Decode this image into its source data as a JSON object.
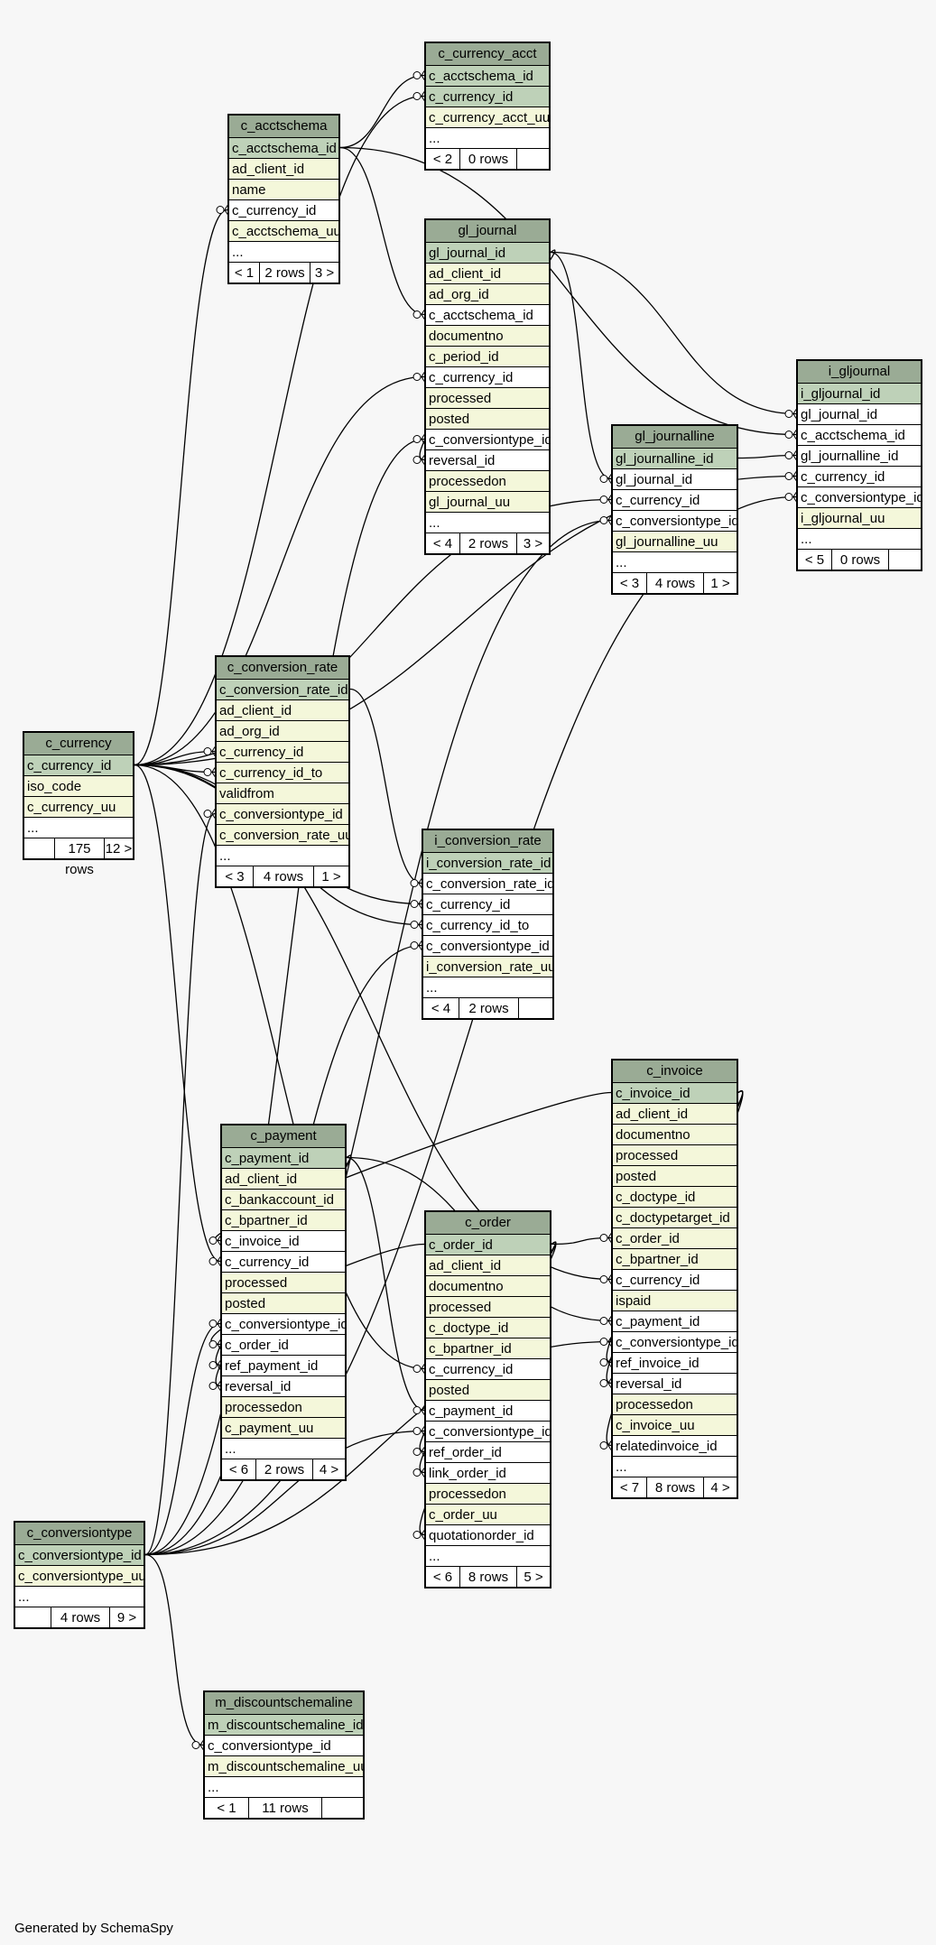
{
  "footer": "Generated by SchemaSpy",
  "tables": [
    {
      "id": "c_currency_acct",
      "name": "c_currency_acct",
      "columns": [
        {
          "name": "c_acctschema_id",
          "kind": "pk"
        },
        {
          "name": "c_currency_id",
          "kind": "pk"
        },
        {
          "name": "c_currency_acct_uu",
          "kind": "idx"
        },
        {
          "name": "...",
          "kind": "more"
        }
      ],
      "footer": [
        "< 2",
        "0 rows",
        ""
      ]
    },
    {
      "id": "c_acctschema",
      "name": "c_acctschema",
      "columns": [
        {
          "name": "c_acctschema_id",
          "kind": "pk"
        },
        {
          "name": "ad_client_id",
          "kind": "idx"
        },
        {
          "name": "name",
          "kind": "idx"
        },
        {
          "name": "c_currency_id",
          "kind": "plain"
        },
        {
          "name": "c_acctschema_uu",
          "kind": "idx"
        },
        {
          "name": "...",
          "kind": "more"
        }
      ],
      "footer": [
        "< 1",
        "2 rows",
        "3 >"
      ]
    },
    {
      "id": "gl_journal",
      "name": "gl_journal",
      "columns": [
        {
          "name": "gl_journal_id",
          "kind": "pk"
        },
        {
          "name": "ad_client_id",
          "kind": "idx"
        },
        {
          "name": "ad_org_id",
          "kind": "idx"
        },
        {
          "name": "c_acctschema_id",
          "kind": "plain"
        },
        {
          "name": "documentno",
          "kind": "idx"
        },
        {
          "name": "c_period_id",
          "kind": "idx"
        },
        {
          "name": "c_currency_id",
          "kind": "plain"
        },
        {
          "name": "processed",
          "kind": "idx"
        },
        {
          "name": "posted",
          "kind": "idx"
        },
        {
          "name": "c_conversiontype_id",
          "kind": "plain"
        },
        {
          "name": "reversal_id",
          "kind": "plain"
        },
        {
          "name": "processedon",
          "kind": "idx"
        },
        {
          "name": "gl_journal_uu",
          "kind": "idx"
        },
        {
          "name": "...",
          "kind": "more"
        }
      ],
      "footer": [
        "< 4",
        "2 rows",
        "3 >"
      ]
    },
    {
      "id": "i_gljournal",
      "name": "i_gljournal",
      "columns": [
        {
          "name": "i_gljournal_id",
          "kind": "pk"
        },
        {
          "name": "gl_journal_id",
          "kind": "plain"
        },
        {
          "name": "c_acctschema_id",
          "kind": "plain"
        },
        {
          "name": "gl_journalline_id",
          "kind": "plain"
        },
        {
          "name": "c_currency_id",
          "kind": "plain"
        },
        {
          "name": "c_conversiontype_id",
          "kind": "plain"
        },
        {
          "name": "i_gljournal_uu",
          "kind": "idx"
        },
        {
          "name": "...",
          "kind": "more"
        }
      ],
      "footer": [
        "< 5",
        "0 rows",
        ""
      ]
    },
    {
      "id": "gl_journalline",
      "name": "gl_journalline",
      "columns": [
        {
          "name": "gl_journalline_id",
          "kind": "pk"
        },
        {
          "name": "gl_journal_id",
          "kind": "plain"
        },
        {
          "name": "c_currency_id",
          "kind": "plain"
        },
        {
          "name": "c_conversiontype_id",
          "kind": "plain"
        },
        {
          "name": "gl_journalline_uu",
          "kind": "idx"
        },
        {
          "name": "...",
          "kind": "more"
        }
      ],
      "footer": [
        "< 3",
        "4 rows",
        "1 >"
      ]
    },
    {
      "id": "c_conversion_rate",
      "name": "c_conversion_rate",
      "columns": [
        {
          "name": "c_conversion_rate_id",
          "kind": "pk"
        },
        {
          "name": "ad_client_id",
          "kind": "idx"
        },
        {
          "name": "ad_org_id",
          "kind": "idx"
        },
        {
          "name": "c_currency_id",
          "kind": "idx"
        },
        {
          "name": "c_currency_id_to",
          "kind": "idx"
        },
        {
          "name": "validfrom",
          "kind": "idx"
        },
        {
          "name": "c_conversiontype_id",
          "kind": "idx"
        },
        {
          "name": "c_conversion_rate_uu",
          "kind": "idx"
        },
        {
          "name": "...",
          "kind": "more"
        }
      ],
      "footer": [
        "< 3",
        "4 rows",
        "1 >"
      ]
    },
    {
      "id": "c_currency",
      "name": "c_currency",
      "columns": [
        {
          "name": "c_currency_id",
          "kind": "pk"
        },
        {
          "name": "iso_code",
          "kind": "idx"
        },
        {
          "name": "c_currency_uu",
          "kind": "idx"
        },
        {
          "name": "...",
          "kind": "more"
        }
      ],
      "footer": [
        "",
        "175 rows",
        "12 >"
      ]
    },
    {
      "id": "i_conversion_rate",
      "name": "i_conversion_rate",
      "columns": [
        {
          "name": "i_conversion_rate_id",
          "kind": "pk"
        },
        {
          "name": "c_conversion_rate_id",
          "kind": "plain"
        },
        {
          "name": "c_currency_id",
          "kind": "plain"
        },
        {
          "name": "c_currency_id_to",
          "kind": "plain"
        },
        {
          "name": "c_conversiontype_id",
          "kind": "plain"
        },
        {
          "name": "i_conversion_rate_uu",
          "kind": "idx"
        },
        {
          "name": "...",
          "kind": "more"
        }
      ],
      "footer": [
        "< 4",
        "2 rows",
        ""
      ]
    },
    {
      "id": "c_invoice",
      "name": "c_invoice",
      "columns": [
        {
          "name": "c_invoice_id",
          "kind": "pk"
        },
        {
          "name": "ad_client_id",
          "kind": "idx"
        },
        {
          "name": "documentno",
          "kind": "idx"
        },
        {
          "name": "processed",
          "kind": "idx"
        },
        {
          "name": "posted",
          "kind": "idx"
        },
        {
          "name": "c_doctype_id",
          "kind": "idx"
        },
        {
          "name": "c_doctypetarget_id",
          "kind": "idx"
        },
        {
          "name": "c_order_id",
          "kind": "idx"
        },
        {
          "name": "c_bpartner_id",
          "kind": "idx"
        },
        {
          "name": "c_currency_id",
          "kind": "plain"
        },
        {
          "name": "ispaid",
          "kind": "idx"
        },
        {
          "name": "c_payment_id",
          "kind": "plain"
        },
        {
          "name": "c_conversiontype_id",
          "kind": "plain"
        },
        {
          "name": "ref_invoice_id",
          "kind": "plain"
        },
        {
          "name": "reversal_id",
          "kind": "plain"
        },
        {
          "name": "processedon",
          "kind": "idx"
        },
        {
          "name": "c_invoice_uu",
          "kind": "idx"
        },
        {
          "name": "relatedinvoice_id",
          "kind": "plain"
        },
        {
          "name": "...",
          "kind": "more"
        }
      ],
      "footer": [
        "< 7",
        "8 rows",
        "4 >"
      ]
    },
    {
      "id": "c_payment",
      "name": "c_payment",
      "columns": [
        {
          "name": "c_payment_id",
          "kind": "pk"
        },
        {
          "name": "ad_client_id",
          "kind": "idx"
        },
        {
          "name": "c_bankaccount_id",
          "kind": "idx"
        },
        {
          "name": "c_bpartner_id",
          "kind": "idx"
        },
        {
          "name": "c_invoice_id",
          "kind": "plain"
        },
        {
          "name": "c_currency_id",
          "kind": "plain"
        },
        {
          "name": "processed",
          "kind": "idx"
        },
        {
          "name": "posted",
          "kind": "idx"
        },
        {
          "name": "c_conversiontype_id",
          "kind": "plain"
        },
        {
          "name": "c_order_id",
          "kind": "plain"
        },
        {
          "name": "ref_payment_id",
          "kind": "plain"
        },
        {
          "name": "reversal_id",
          "kind": "plain"
        },
        {
          "name": "processedon",
          "kind": "idx"
        },
        {
          "name": "c_payment_uu",
          "kind": "idx"
        },
        {
          "name": "...",
          "kind": "more"
        }
      ],
      "footer": [
        "< 6",
        "2 rows",
        "4 >"
      ]
    },
    {
      "id": "c_order",
      "name": "c_order",
      "columns": [
        {
          "name": "c_order_id",
          "kind": "pk"
        },
        {
          "name": "ad_client_id",
          "kind": "idx"
        },
        {
          "name": "documentno",
          "kind": "idx"
        },
        {
          "name": "processed",
          "kind": "idx"
        },
        {
          "name": "c_doctype_id",
          "kind": "idx"
        },
        {
          "name": "c_bpartner_id",
          "kind": "idx"
        },
        {
          "name": "c_currency_id",
          "kind": "plain"
        },
        {
          "name": "posted",
          "kind": "idx"
        },
        {
          "name": "c_payment_id",
          "kind": "plain"
        },
        {
          "name": "c_conversiontype_id",
          "kind": "plain"
        },
        {
          "name": "ref_order_id",
          "kind": "plain"
        },
        {
          "name": "link_order_id",
          "kind": "plain"
        },
        {
          "name": "processedon",
          "kind": "idx"
        },
        {
          "name": "c_order_uu",
          "kind": "idx"
        },
        {
          "name": "quotationorder_id",
          "kind": "plain"
        },
        {
          "name": "...",
          "kind": "more"
        }
      ],
      "footer": [
        "< 6",
        "8 rows",
        "5 >"
      ]
    },
    {
      "id": "c_conversiontype",
      "name": "c_conversiontype",
      "columns": [
        {
          "name": "c_conversiontype_id",
          "kind": "pk"
        },
        {
          "name": "c_conversiontype_uu",
          "kind": "idx"
        },
        {
          "name": "...",
          "kind": "more"
        }
      ],
      "footer": [
        "",
        "4 rows",
        "9 >"
      ]
    },
    {
      "id": "m_discountschemaline",
      "name": "m_discountschemaline",
      "columns": [
        {
          "name": "m_discountschemaline_id",
          "kind": "pk"
        },
        {
          "name": "c_conversiontype_id",
          "kind": "plain"
        },
        {
          "name": "m_discountschemaline_uu",
          "kind": "idx"
        },
        {
          "name": "...",
          "kind": "more"
        }
      ],
      "footer": [
        "< 1",
        "11 rows",
        ""
      ]
    }
  ],
  "relationships": [
    {
      "from": "c_acctschema.c_acctschema_id",
      "to": "c_currency_acct.c_acctschema_id"
    },
    {
      "from": "c_currency.c_currency_id",
      "to": "c_currency_acct.c_currency_id"
    },
    {
      "from": "c_currency.c_currency_id",
      "to": "c_acctschema.c_currency_id"
    },
    {
      "from": "c_acctschema.c_acctschema_id",
      "to": "gl_journal.c_acctschema_id"
    },
    {
      "from": "c_acctschema.c_acctschema_id",
      "to": "i_gljournal.c_acctschema_id"
    },
    {
      "from": "c_currency.c_currency_id",
      "to": "gl_journal.c_currency_id"
    },
    {
      "from": "c_conversiontype.c_conversiontype_id",
      "to": "gl_journal.c_conversiontype_id"
    },
    {
      "from": "gl_journal.gl_journal_id",
      "to": "gl_journal.reversal_id"
    },
    {
      "from": "gl_journal.gl_journal_id",
      "to": "i_gljournal.gl_journal_id"
    },
    {
      "from": "gl_journal.gl_journal_id",
      "to": "gl_journalline.gl_journal_id"
    },
    {
      "from": "gl_journalline.gl_journalline_id",
      "to": "i_gljournal.gl_journalline_id"
    },
    {
      "from": "c_currency.c_currency_id",
      "to": "i_gljournal.c_currency_id"
    },
    {
      "from": "c_conversiontype.c_conversiontype_id",
      "to": "i_gljournal.c_conversiontype_id"
    },
    {
      "from": "c_currency.c_currency_id",
      "to": "gl_journalline.c_currency_id"
    },
    {
      "from": "c_conversiontype.c_conversiontype_id",
      "to": "gl_journalline.c_conversiontype_id"
    },
    {
      "from": "c_currency.c_currency_id",
      "to": "c_conversion_rate.c_currency_id"
    },
    {
      "from": "c_currency.c_currency_id",
      "to": "c_conversion_rate.c_currency_id_to"
    },
    {
      "from": "c_conversiontype.c_conversiontype_id",
      "to": "c_conversion_rate.c_conversiontype_id"
    },
    {
      "from": "c_conversion_rate.c_conversion_rate_id",
      "to": "i_conversion_rate.c_conversion_rate_id"
    },
    {
      "from": "c_currency.c_currency_id",
      "to": "i_conversion_rate.c_currency_id"
    },
    {
      "from": "c_currency.c_currency_id",
      "to": "i_conversion_rate.c_currency_id_to"
    },
    {
      "from": "c_conversiontype.c_conversiontype_id",
      "to": "i_conversion_rate.c_conversiontype_id"
    },
    {
      "from": "c_order.c_order_id",
      "to": "c_invoice.c_order_id"
    },
    {
      "from": "c_currency.c_currency_id",
      "to": "c_invoice.c_currency_id"
    },
    {
      "from": "c_payment.c_payment_id",
      "to": "c_invoice.c_payment_id"
    },
    {
      "from": "c_conversiontype.c_conversiontype_id",
      "to": "c_invoice.c_conversiontype_id"
    },
    {
      "from": "c_invoice.c_invoice_id",
      "to": "c_invoice.ref_invoice_id"
    },
    {
      "from": "c_invoice.c_invoice_id",
      "to": "c_invoice.reversal_id"
    },
    {
      "from": "c_invoice.c_invoice_id",
      "to": "c_invoice.relatedinvoice_id"
    },
    {
      "from": "c_invoice.c_invoice_id",
      "to": "c_payment.c_invoice_id"
    },
    {
      "from": "c_currency.c_currency_id",
      "to": "c_payment.c_currency_id"
    },
    {
      "from": "c_conversiontype.c_conversiontype_id",
      "to": "c_payment.c_conversiontype_id"
    },
    {
      "from": "c_order.c_order_id",
      "to": "c_payment.c_order_id"
    },
    {
      "from": "c_payment.c_payment_id",
      "to": "c_payment.ref_payment_id"
    },
    {
      "from": "c_payment.c_payment_id",
      "to": "c_payment.reversal_id"
    },
    {
      "from": "c_currency.c_currency_id",
      "to": "c_order.c_currency_id"
    },
    {
      "from": "c_payment.c_payment_id",
      "to": "c_order.c_payment_id"
    },
    {
      "from": "c_conversiontype.c_conversiontype_id",
      "to": "c_order.c_conversiontype_id"
    },
    {
      "from": "c_order.c_order_id",
      "to": "c_order.ref_order_id"
    },
    {
      "from": "c_order.c_order_id",
      "to": "c_order.link_order_id"
    },
    {
      "from": "c_order.c_order_id",
      "to": "c_order.quotationorder_id"
    },
    {
      "from": "c_conversiontype.c_conversiontype_id",
      "to": "m_discountschemaline.c_conversiontype_id"
    }
  ]
}
